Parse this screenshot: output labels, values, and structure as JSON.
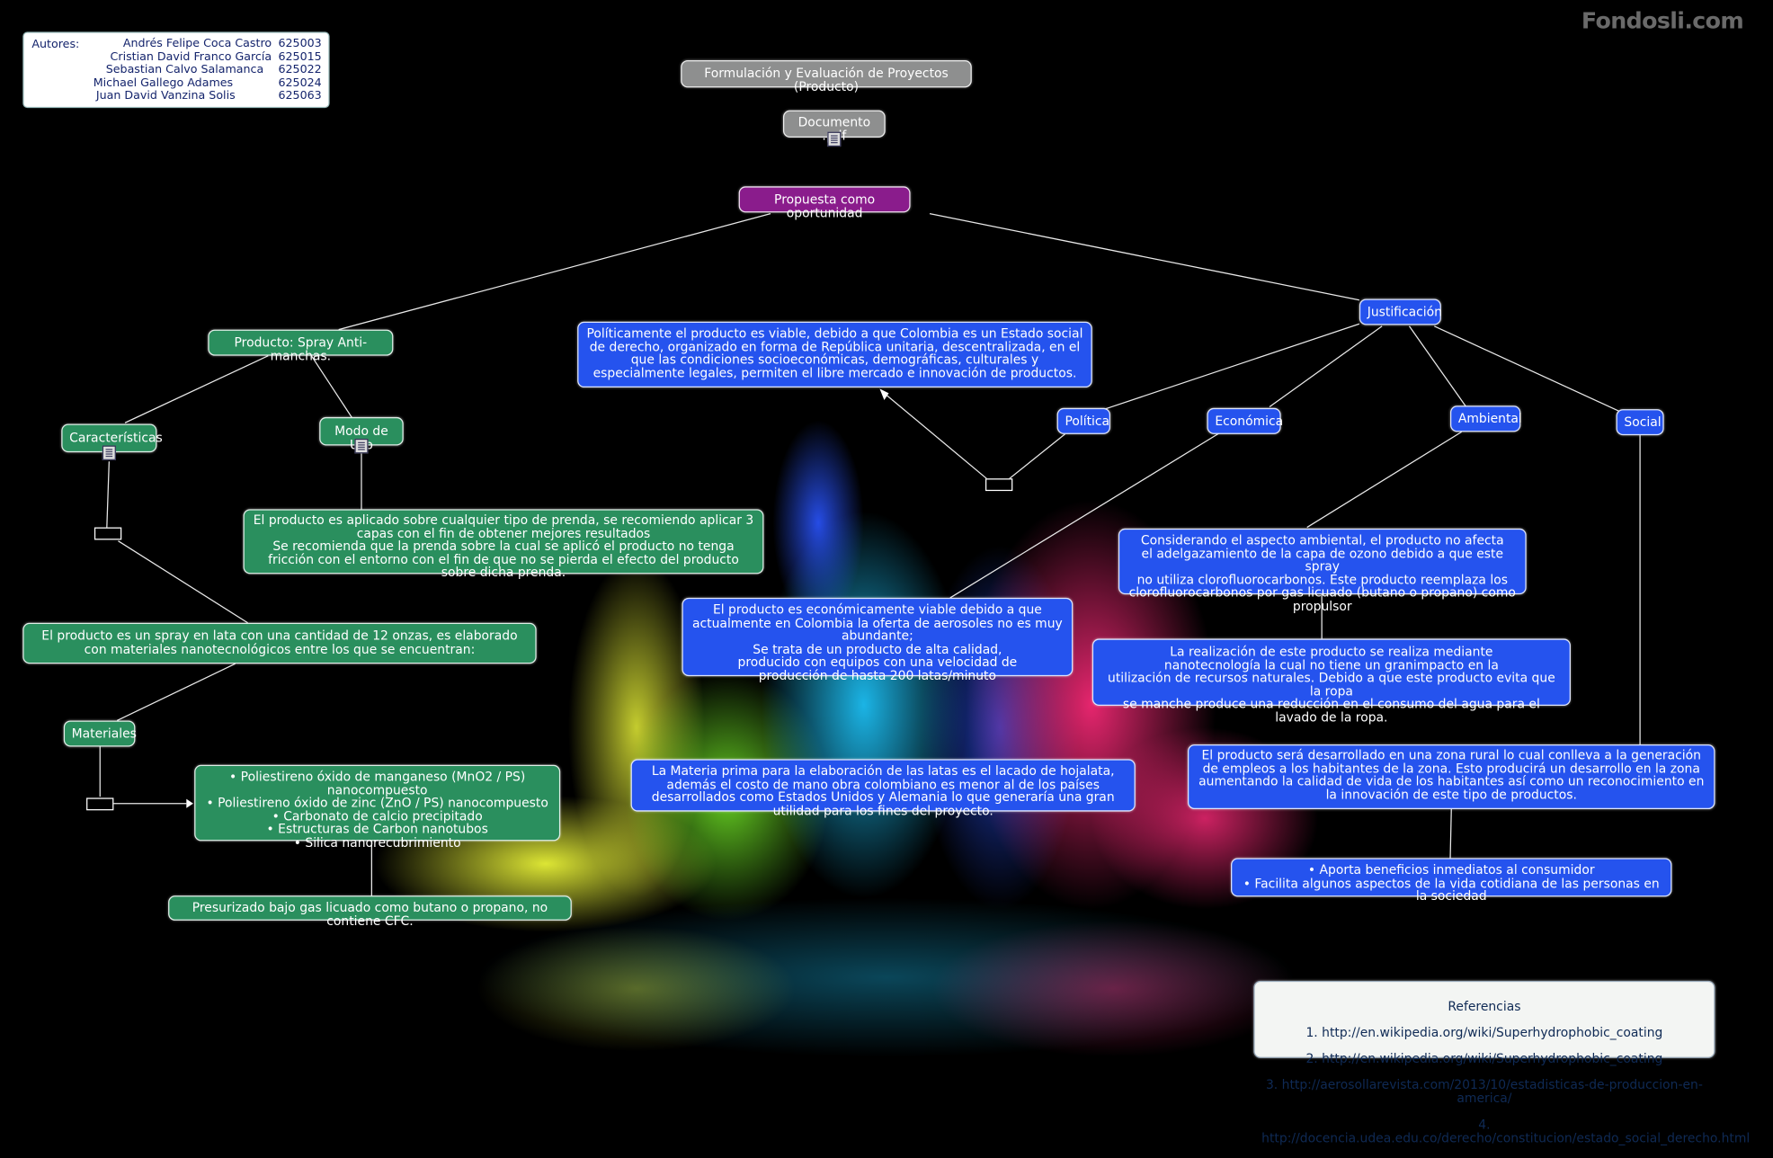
{
  "watermark": "Fondosli.com",
  "authors": {
    "label": "Autores:",
    "list": [
      {
        "name": "Andrés Felipe Coca Castro",
        "code": "625003"
      },
      {
        "name": "Cristian David Franco García",
        "code": "625015"
      },
      {
        "name": "Sebastian Calvo Salamanca",
        "code": "625022"
      },
      {
        "name": "Michael Gallego Adames",
        "code": "625024"
      },
      {
        "name": "Juan David Vanzina Solis",
        "code": "625063"
      }
    ]
  },
  "nodes": {
    "title": "Formulación y Evaluación de Proyectos (Producto)",
    "document": "Documento .pdf",
    "propuesta": "Propuesta como oportunidad",
    "producto": "Producto: Spray Anti-manchas.",
    "caracteristicas": "Características",
    "modo_uso": "Modo de Uso",
    "modo_uso_text": "El producto es aplicado sobre cualquier tipo de prenda, se recomiendo aplicar 3 capas con el fin de obtener mejores resultados\nSe recomienda que la prenda sobre la cual se aplicó el producto no tenga fricción con el entorno con el fin de que no se pierda el efecto del producto sobre dicha prenda.",
    "spray_text": "El producto es un spray en lata con una cantidad de 12 onzas, es elaborado con materiales nanotecnológicos entre los que se encuentran:",
    "materiales": "Materiales",
    "materiales_list": "• Poliestireno óxido de manganeso (MnO2 / PS) nanocompuesto\n• Poliestireno óxido de zinc (ZnO / PS) nanocompuesto\n• Carbonato de calcio precipitado\n• Estructuras de Carbon nanotubos\n• Silica nanorecubrimiento",
    "presurizado": "Presurizado bajo gas licuado como butano o propano, no contiene CFC.",
    "justificacion": "Justificación",
    "politica": "Política",
    "economica": "Económica",
    "ambiental": "Ambiental",
    "social": "Social",
    "politica_text": "Políticamente el producto es viable, debido a que Colombia es un Estado social de derecho, organizado en forma de República unitaria, descentralizada, en el que las condiciones socioeconómicas, demográficas, culturales y especialmente legales, permiten el libre mercado e innovación de productos.",
    "economica_text": "El producto es económicamente viable debido a que actualmente en Colombia la oferta de aerosoles no es muy abundante;\nSe trata de un producto de alta calidad,\nproducido con equipos con una velocidad de\nproducción de hasta 200 latas/minuto",
    "materia_prima_text": "La Materia prima para la elaboración de las latas es el lacado de hojalata,\nademás el costo de mano obra colombiano es menor al de los países desarrollados como Estados Unidos y Alemania lo que generaría una gran utilidad para los fines del proyecto.",
    "ambiental_text": "Considerando el aspecto ambiental, el producto no afecta\nel adelgazamiento de la capa de ozono debido a que este spray\nno utiliza clorofluorocarbonos. Este producto reemplaza los\nclorofluorocarbonos por gas licuado (butano o propano) como propulsor",
    "ambiental_text2": "La realización de este producto se realiza mediante\nnanotecnología la cual no tiene un granimpacto en la\nutilización de recursos naturales. Debido a que este producto evita que la ropa\nse manche produce una reducción en el consumo del agua para el lavado de la ropa.",
    "social_text": "El producto será desarrollado en una zona rural lo cual conlleva a la generación de empleos a los habitantes de la zona. Esto producirá un desarrollo en la zona aumentando la calidad de vida de los habitantes así como un reconocimiento en la innovación de este tipo de productos.",
    "beneficios": "• Aporta beneficios inmediatos al consumidor\n• Facilita algunos aspectos de la vida cotidiana de las personas en la sociedad"
  },
  "referencias": {
    "title": "Referencias",
    "items": [
      "1. http://en.wikipedia.org/wiki/Superhydrophobic_coating",
      "2. http://en.wikipedia.org/wiki/Superhydrophobic_coating",
      "3. http://aerosollarevista.com/2013/10/estadisticas-de-produccion-en-america/",
      "4. http://docencia.udea.edu.co/derecho/constitucion/estado_social_derecho.html"
    ]
  }
}
